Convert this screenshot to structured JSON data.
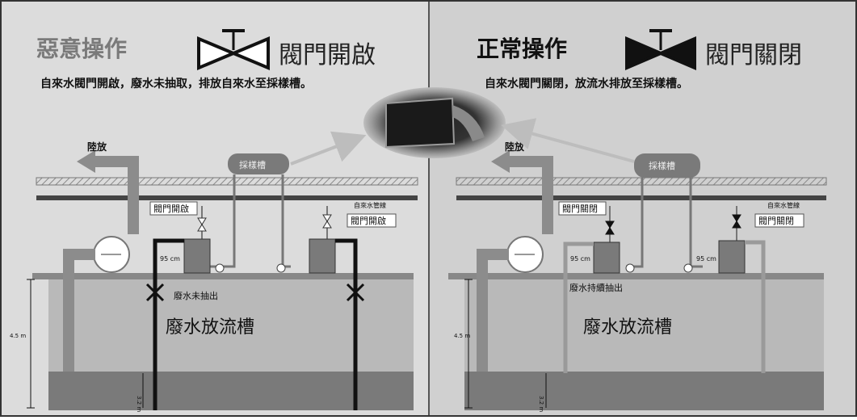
{
  "left": {
    "title": "惡意操作",
    "valve_state": "閥門開啟",
    "subtitle": "自來水閥門開啟，廢水未抽取，排放自來水至採樣槽。",
    "discharge_label": "陸放",
    "sampling_tank_label": "採樣槽",
    "valve_tag_1": "閥門開啟",
    "valve_tag_2": "閥門開啟",
    "water_pipe_label": "自來水管線",
    "depth_label_95": "95 cm",
    "pump_label": "廢水未抽出",
    "tank_label": "廢水放流槽",
    "height_label": "4.5 m",
    "bottom_label": "3.2 m"
  },
  "right": {
    "title": "正常操作",
    "valve_state": "閥門關閉",
    "subtitle": "自來水閥門關閉，放流水排放至採樣槽。",
    "discharge_label": "陸放",
    "sampling_tank_label": "採樣槽",
    "valve_tag_1": "閥門關閉",
    "valve_tag_2": "閥門關閉",
    "water_pipe_label": "自來水管線",
    "depth_label_95a": "95 cm",
    "depth_label_95b": "95 cm",
    "pump_label": "廢水持續抽出",
    "tank_label": "廢水放流槽",
    "height_label": "4.5 m",
    "bottom_label": "3.2 m"
  },
  "colors": {
    "left_bg": "#dcdcdc",
    "right_bg": "#cfcfcf",
    "tank_fill": "#b9b9b9",
    "tank_bottom": "#7a7a7a",
    "pipe_gray": "#909090",
    "title_gray": "#7a7a7a"
  },
  "icons": [
    "valve-open-icon",
    "valve-closed-icon",
    "arrow-icon",
    "sampling-photo"
  ]
}
